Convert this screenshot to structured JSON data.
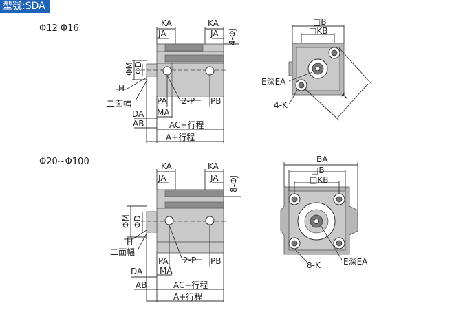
{
  "header": {
    "model_tag": "型號:SDA"
  },
  "section_small": {
    "title": "Φ12 Φ16",
    "side_labels": {
      "ka_left": "KA",
      "ja_left": "JA",
      "ka_right": "KA",
      "ja_right": "JA",
      "j": "4-ΦJ",
      "m": "ΦM",
      "d": "ΦD",
      "h": "H",
      "wrench": "二面幅",
      "pa": "PA",
      "p": "2-P",
      "pb": "PB",
      "ma": "MA",
      "da": "DA",
      "ab": "AB",
      "ac": "AC+行程",
      "a": "A+行程"
    },
    "front_labels": {
      "b": "□B",
      "kb": "□KB",
      "e": "E深EA",
      "k": "4-K",
      "t": "T"
    }
  },
  "section_large": {
    "title": "Φ20~Φ100",
    "side_labels": {
      "ka_left": "KA",
      "ja_left": "JA",
      "ka_right": "KA",
      "ja_right": "JA",
      "j": "8-ΦJ",
      "m": "ΦM",
      "d": "ΦD",
      "h": "H",
      "wrench": "二面幅",
      "pa": "PA",
      "p": "2-P",
      "pb": "PB",
      "ma": "MA",
      "da": "DA",
      "ab": "AB",
      "ac": "AC+行程",
      "a": "A+行程"
    },
    "front_labels": {
      "ba": "BA",
      "b": "□B",
      "kb": "□KB",
      "k": "8-K",
      "e": "E深EA"
    }
  }
}
